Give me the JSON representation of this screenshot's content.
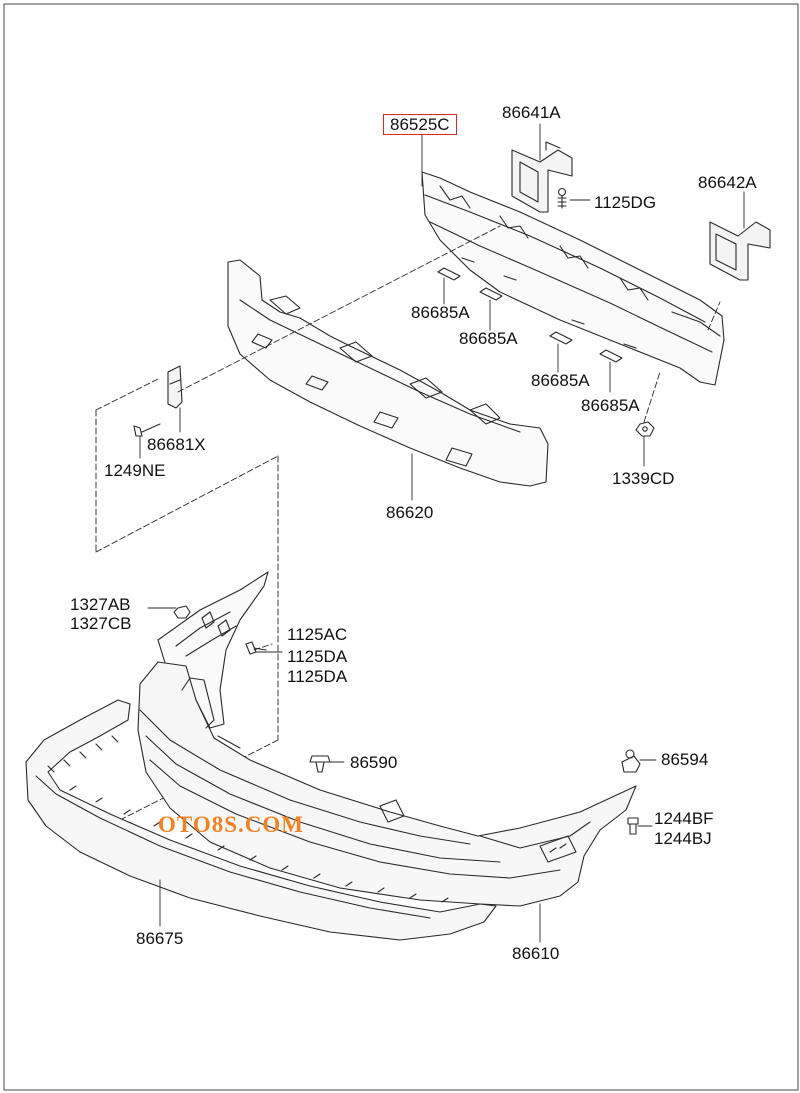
{
  "labels": {
    "p86525C": "86525C",
    "p86641A": "86641A",
    "p1125DG": "1125DG",
    "p86642A": "86642A",
    "p86685A_1": "86685A",
    "p86685A_2": "86685A",
    "p86685A_3": "86685A",
    "p86685A_4": "86685A",
    "p86681X": "86681X",
    "p1249NE": "1249NE",
    "p1339CD": "1339CD",
    "p86620": "86620",
    "p1327AB": "1327AB",
    "p1327CB": "1327CB",
    "p1125AC": "1125AC",
    "p1125DA_1": "1125DA",
    "p1125DA_2": "1125DA",
    "p86590": "86590",
    "p86594": "86594",
    "p1244BF": "1244BF",
    "p1244BJ": "1244BJ",
    "p86675": "86675",
    "p86610": "86610"
  },
  "watermark": "OTO8S.COM",
  "highlighted_part": "86525C",
  "colors": {
    "line": "#2a2a2a",
    "highlight_box": "#e0242b",
    "watermark": "#f58220"
  }
}
